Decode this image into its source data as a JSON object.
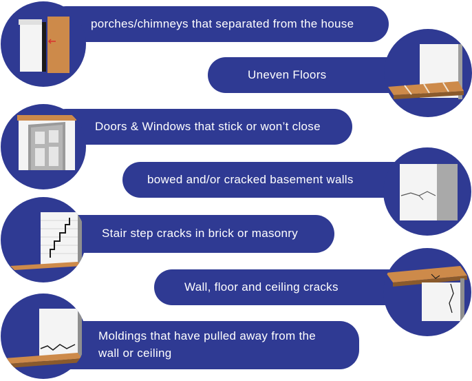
{
  "items": [
    {
      "label": "porches/chimneys that separated from the house",
      "icon": "porch-chimney-separation-icon"
    },
    {
      "label": "Uneven Floors",
      "icon": "uneven-floor-icon"
    },
    {
      "label": "Doors & Windows that stick or won’t close",
      "icon": "sticking-door-icon"
    },
    {
      "label": "bowed and/or cracked basement walls",
      "icon": "cracked-basement-wall-icon"
    },
    {
      "label": "Stair step cracks in brick or masonry",
      "icon": "stair-step-crack-icon"
    },
    {
      "label": "Wall, floor and ceiling cracks",
      "icon": "ceiling-wall-crack-icon"
    },
    {
      "label": "Moldings that have pulled away from the\nwall or ceiling",
      "icon": "pulled-molding-icon"
    }
  ],
  "colors": {
    "pill": "#2f3a93",
    "text": "#ffffff",
    "wood": "#cd8a4a",
    "wall": "#f2f2f2"
  }
}
